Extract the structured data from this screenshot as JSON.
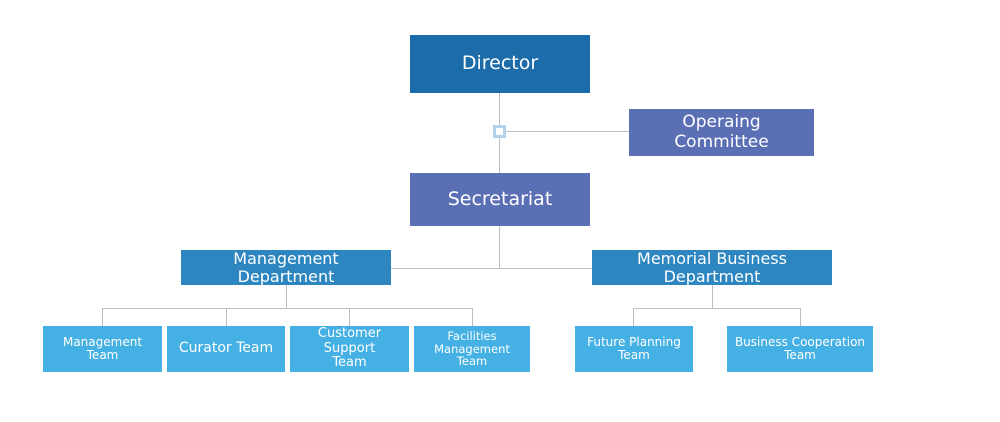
{
  "chart_data": {
    "type": "diagram",
    "diagram_type": "organizational-chart",
    "title": "",
    "palette": {
      "background": "#ffffff",
      "director": "#1b6ca8",
      "committee": "#5b6fb5",
      "secretariat": "#5b6fb5",
      "department": "#2e86c1",
      "team": "#45b0e3",
      "connector": "#bdbdbd",
      "junction_border": "#b3d2e8",
      "text": "#ffffff"
    },
    "levels": [
      {
        "level": 1,
        "nodes": [
          "Director"
        ]
      },
      {
        "level": 2,
        "nodes": [
          "Operaing Committee"
        ]
      },
      {
        "level": 3,
        "nodes": [
          "Secretariat"
        ]
      },
      {
        "level": 4,
        "nodes": [
          "Management Department",
          "Memorial Business Department"
        ]
      },
      {
        "level": 5,
        "nodes": [
          "Management Team",
          "Curator Team",
          "Customer Support Team",
          "Facilities Management Team",
          "Future Planning Team",
          "Business Cooperation Team"
        ]
      }
    ],
    "edges": [
      {
        "from": "Director",
        "to": "Secretariat"
      },
      {
        "from": "Director",
        "to": "Operaing Committee",
        "style": "staff"
      },
      {
        "from": "Secretariat",
        "to": "Management Department"
      },
      {
        "from": "Secretariat",
        "to": "Memorial Business Department"
      },
      {
        "from": "Management Department",
        "to": "Management Team"
      },
      {
        "from": "Management Department",
        "to": "Curator Team"
      },
      {
        "from": "Management Department",
        "to": "Customer Support Team"
      },
      {
        "from": "Management Department",
        "to": "Facilities Management Team"
      },
      {
        "from": "Memorial Business Department",
        "to": "Future Planning Team"
      },
      {
        "from": "Memorial Business Department",
        "to": "Business Cooperation Team"
      }
    ]
  },
  "nodes": {
    "director": {
      "label": "Director"
    },
    "operating_committee": {
      "label": "Operaing Committee"
    },
    "secretariat": {
      "label": "Secretariat"
    },
    "management_department": {
      "label": "Management Department"
    },
    "memorial_business_department": {
      "label": "Memorial Business Department"
    },
    "management_team": {
      "label": "Management Team"
    },
    "curator_team": {
      "label": "Curator Team"
    },
    "customer_support_team": {
      "label": "Customer Support\nTeam"
    },
    "facilities_management_team": {
      "label": "Facilities Management\nTeam"
    },
    "future_planning_team": {
      "label": "Future Planning Team"
    },
    "business_cooperation_team": {
      "label": "Business Cooperation Team"
    }
  }
}
